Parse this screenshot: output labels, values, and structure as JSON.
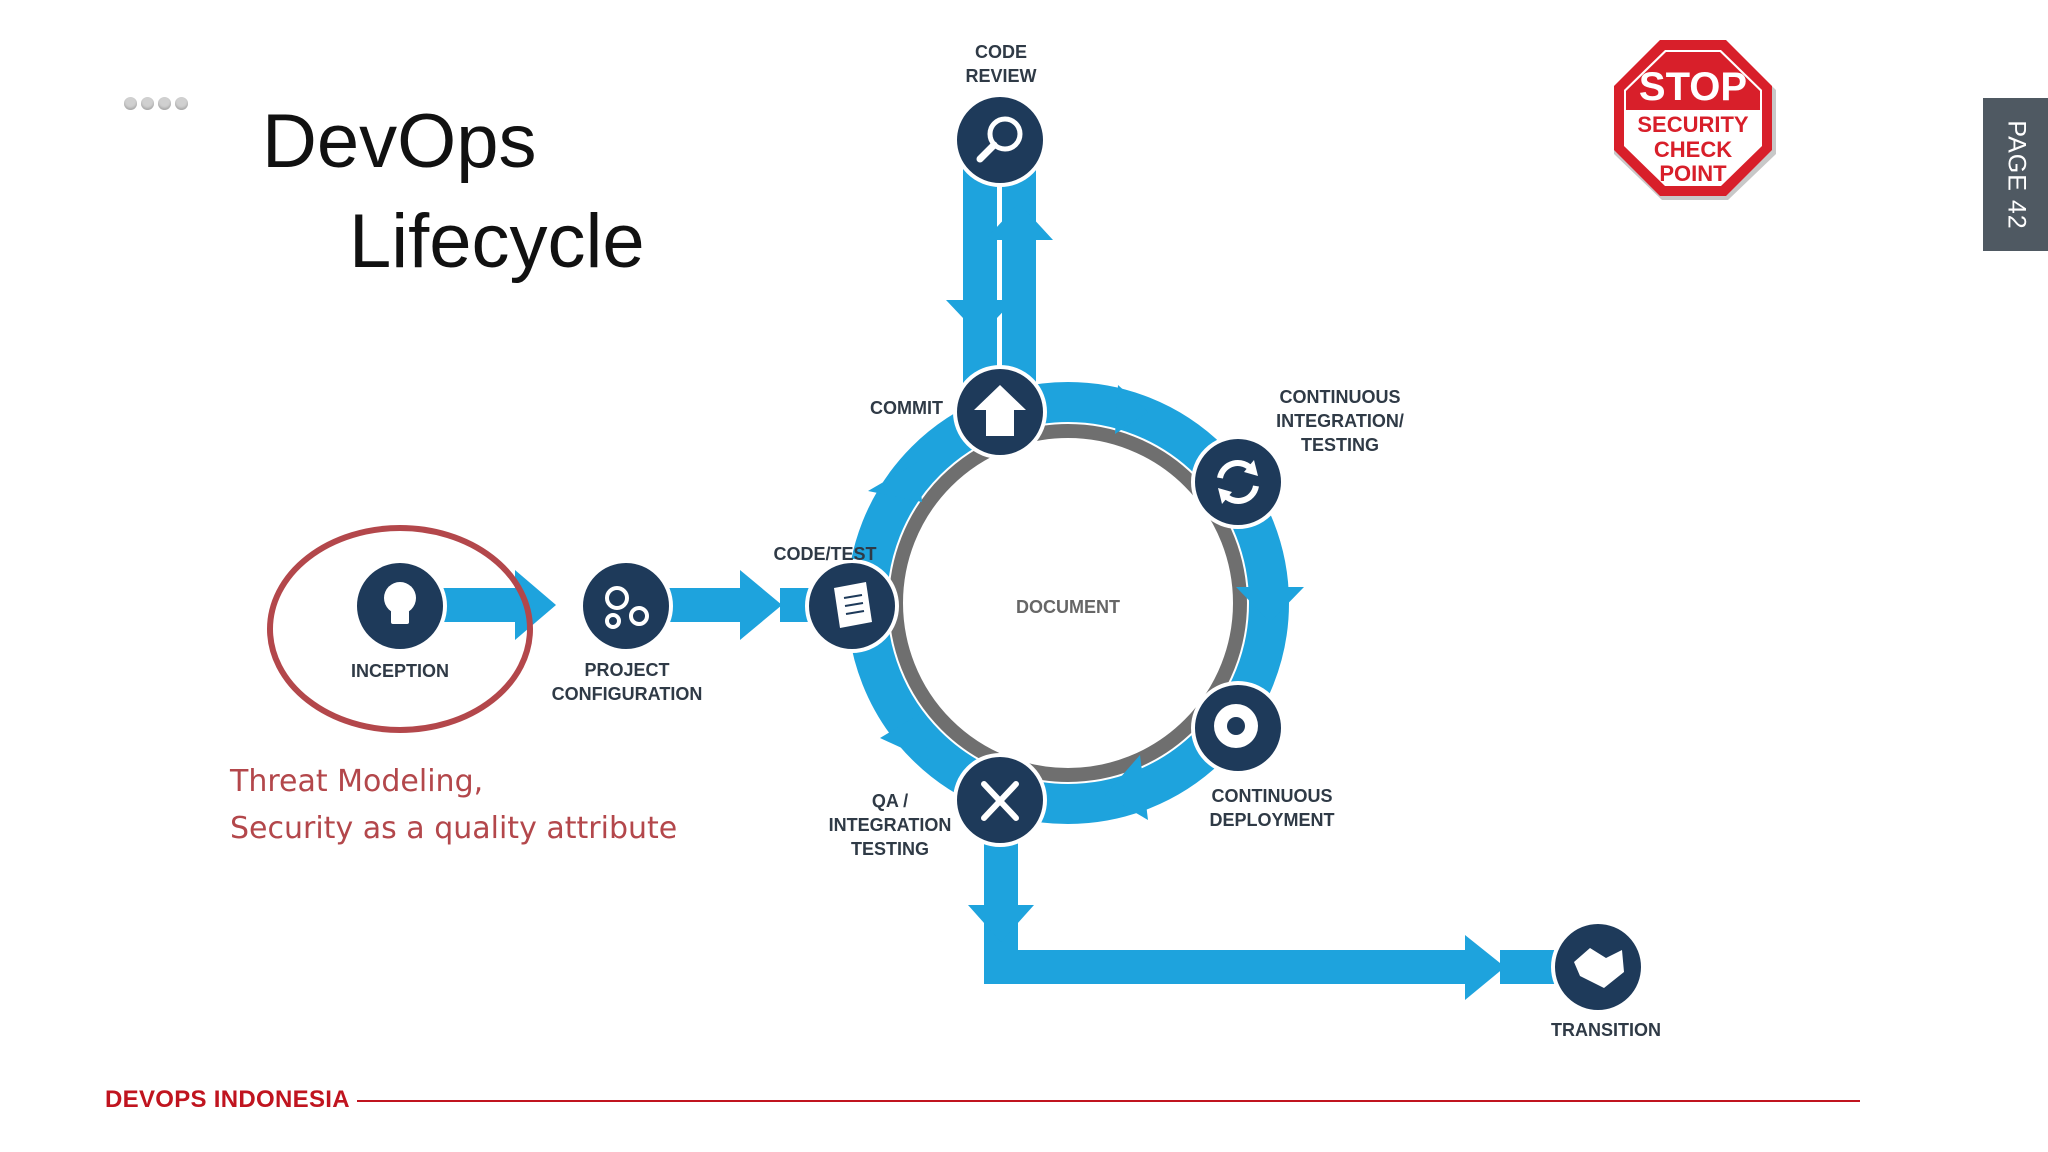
{
  "slide": {
    "title_line1": "DevOps",
    "title_line2": "Lifecycle",
    "page_label": "PAGE 42",
    "threat_line1": "Threat Modeling,",
    "threat_line2": "Security as a quality attribute",
    "footer_brand": "DEVOPS INDONESIA"
  },
  "stop_sign": {
    "top": "STOP",
    "line1": "SECURITY",
    "line2": "CHECK",
    "line3": "POINT"
  },
  "diagram": {
    "center": "DOCUMENT",
    "code_review_1": "CODE",
    "code_review_2": "REVIEW",
    "commit": "COMMIT",
    "ci_1": "CONTINUOUS",
    "ci_2": "INTEGRATION/",
    "ci_3": "TESTING",
    "code_test": "CODE/TEST",
    "inception": "INCEPTION",
    "project_1": "PROJECT",
    "project_2": "CONFIGURATION",
    "cd_1": "CONTINUOUS",
    "cd_2": "DEPLOYMENT",
    "qa_1": "QA /",
    "qa_2": "INTEGRATION",
    "qa_3": "TESTING",
    "transition": "TRANSITION"
  },
  "colors": {
    "arrow_blue": "#1ea3dd",
    "node_navy": "#1e3a5a",
    "ring_gray": "#6f6f6f",
    "accent_red": "#c0141f",
    "circle_red": "#b3474b"
  },
  "icons": [
    "dots-icon",
    "lightbulb-icon",
    "gears-icon",
    "scroll-icon",
    "home-icon",
    "magnifier-icon",
    "sync-icon",
    "gear-icon",
    "tools-icon",
    "handshake-icon",
    "stop-sign-icon"
  ]
}
